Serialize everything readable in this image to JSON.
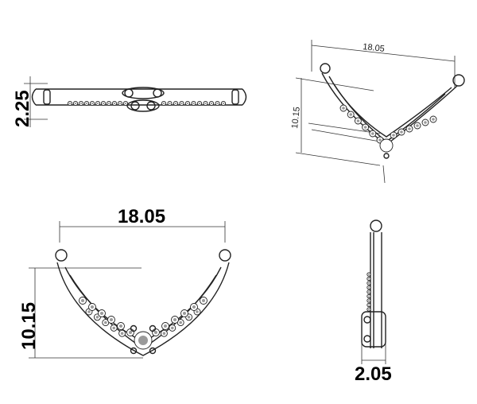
{
  "views": {
    "side": {
      "height_dim": "2.25"
    },
    "perspective": {
      "width_dim": "18.05",
      "height_dim": "10.15"
    },
    "front": {
      "width_dim": "18.05",
      "height_dim": "10.15"
    },
    "end": {
      "depth_dim": "2.05"
    }
  }
}
